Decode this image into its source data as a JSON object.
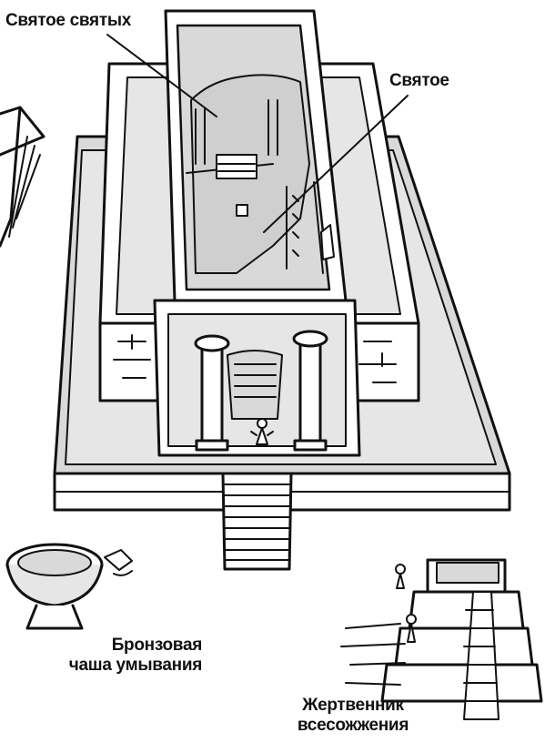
{
  "labels": {
    "holy_of_holies": "Святое святых",
    "holy_place": "Святое",
    "bronze_laver": [
      "Бронзовая",
      "чаша умывания"
    ],
    "altar": [
      "Жертвенник",
      "всесожжения"
    ]
  },
  "colors": {
    "ink": "#111111",
    "shade": "#d9d9d9",
    "light_shade": "#e6e6e6",
    "paper": "#ffffff"
  },
  "icons": [
    "temple-illustration",
    "pillar-icon",
    "priest-figure-icon",
    "laver-icon",
    "altar-icon"
  ]
}
